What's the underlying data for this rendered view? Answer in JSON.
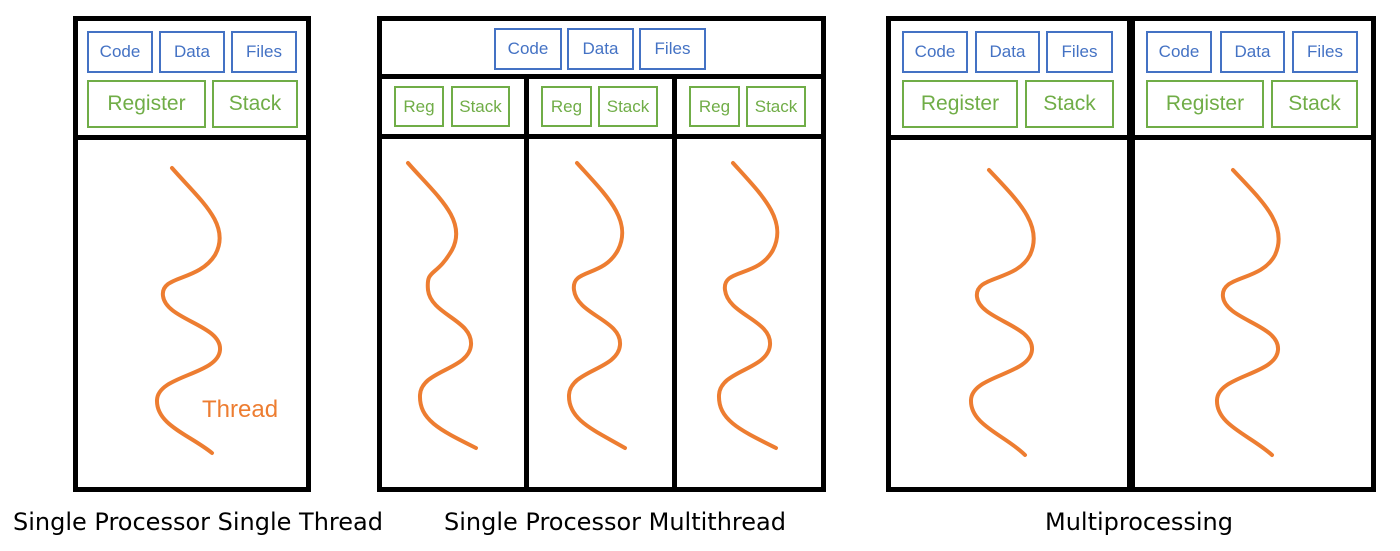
{
  "colors": {
    "blue": "#4472C4",
    "green": "#70AD47",
    "orange": "#ED7D31",
    "black": "#000000"
  },
  "panel_single": {
    "caption": "Single Processor Single Thread",
    "code": "Code",
    "data": "Data",
    "files": "Files",
    "register": "Register",
    "stack": "Stack",
    "thread_label": "Thread"
  },
  "panel_multithread": {
    "caption": "Single Processor Multithread",
    "code": "Code",
    "data": "Data",
    "files": "Files",
    "threads": [
      {
        "reg": "Reg",
        "stack": "Stack"
      },
      {
        "reg": "Reg",
        "stack": "Stack"
      },
      {
        "reg": "Reg",
        "stack": "Stack"
      }
    ]
  },
  "panel_multiprocessing": {
    "caption": "Multiprocessing",
    "processes": [
      {
        "code": "Code",
        "data": "Data",
        "files": "Files",
        "register": "Register",
        "stack": "Stack"
      },
      {
        "code": "Code",
        "data": "Data",
        "files": "Files",
        "register": "Register",
        "stack": "Stack"
      }
    ]
  }
}
